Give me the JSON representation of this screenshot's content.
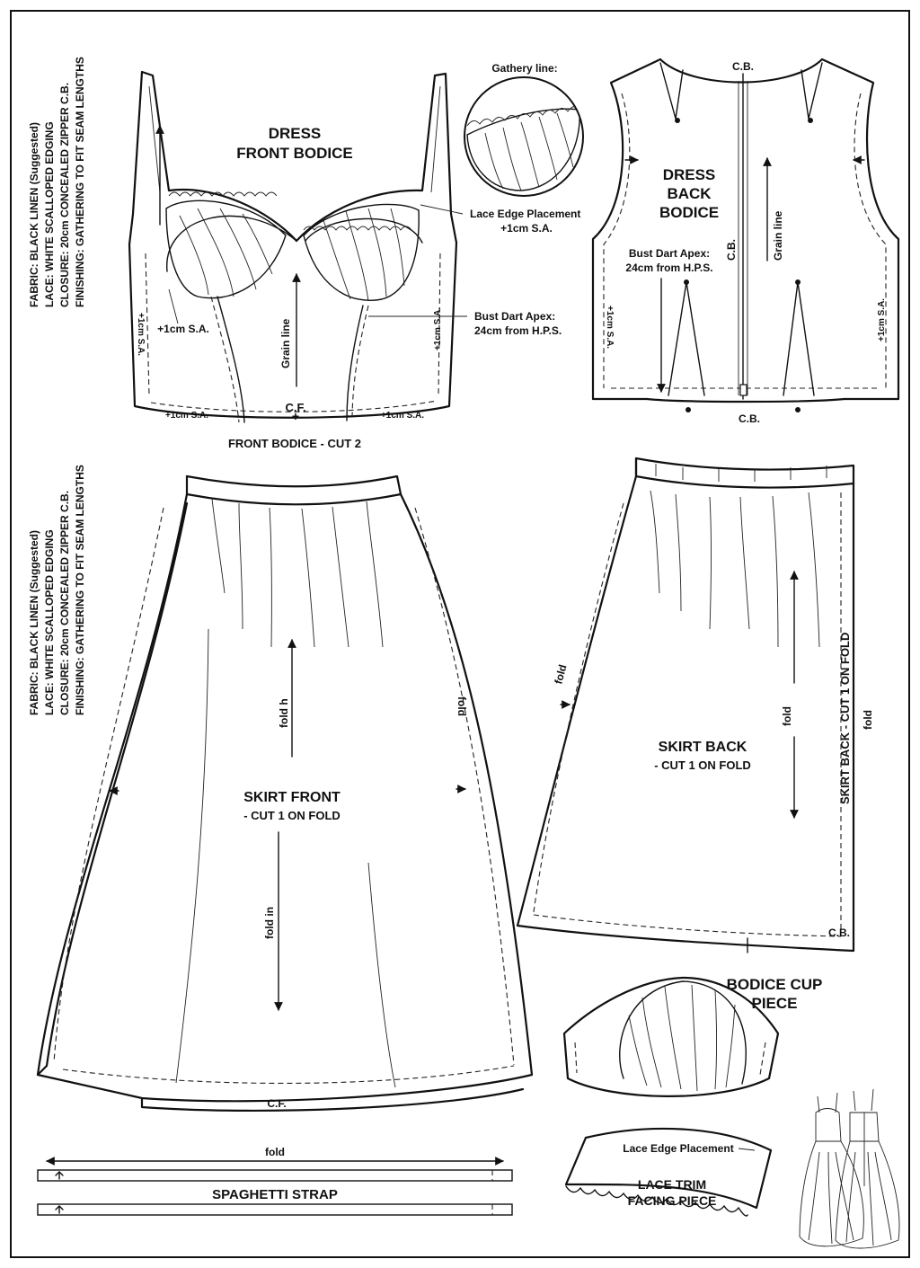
{
  "notes_top": [
    "FABRIC: BLACK LINEN (Suggested)",
    "LACE: WHITE SCALLOPED EDGING",
    "CLOSURE: 20cm CONCEALED ZIPPER C.B.",
    "FINISHING: GATHERING TO FIT SEAM LENGTHS"
  ],
  "notes_bottom": [
    "FABRIC: BLACK LINEN (Suggested)",
    "LACE: WHITE SCALLOPED EDGING",
    "CLOSURE: 20cm CONCEALED ZIPPER C.B.",
    "FINISHING: GATHERING TO FIT SEAM LENGTHS"
  ],
  "front_bodice": {
    "title_line1": "DRESS",
    "title_line2": "FRONT BODICE",
    "gathery": "Gathery line:",
    "lace_edge": "Lace Edge Placement",
    "lace_sa": "+1cm S.A.",
    "bust_dart_1": "Bust Dart Apex:",
    "bust_dart_2": "24cm from H.P.S.",
    "sa_inner": "+1cm S.A.",
    "sa_left": "+1cm S.A.",
    "sa_right": "+1cm S.A.",
    "sa_bottom_left": "+1cm S.A.",
    "sa_bottom_right": "+1cm S.A.",
    "grain": "Grain line",
    "cf": "C.F.",
    "cut": "FRONT BODICE - CUT 2"
  },
  "back_bodice": {
    "cb_top": "C.B.",
    "title_line1": "DRESS",
    "title_line2": "BACK",
    "title_line3": "BODICE",
    "cb_side": "C.B.",
    "grain": "Grain line",
    "bust_dart_1": "Bust Dart Apex:",
    "bust_dart_2": "24cm from H.P.S.",
    "sa_left": "+1cm S.A.",
    "sa_right": "+1cm S.A.",
    "cb_bottom": "C.B."
  },
  "skirt_front": {
    "title": "SKIRT FRONT",
    "cut": "- CUT 1 ON FOLD",
    "fold_h": "fold h",
    "fold_in": "fold in",
    "fold_right": "fold",
    "cf": "C.F."
  },
  "skirt_back": {
    "title": "SKIRT BACK",
    "cut": "- CUT 1 ON FOLD",
    "fold_left": "fold",
    "fold_center": "fold",
    "side_cut": "SKIRT BACK - CUT 1 ON FOLD",
    "fold_right": "fold",
    "cb": "C.B."
  },
  "cup": {
    "title_line1": "BODICE CUP",
    "title_line2": "PIECE"
  },
  "strap": {
    "fold": "fold",
    "title": "SPAGHETTI STRAP"
  },
  "lace_trim": {
    "placement": "Lace Edge Placement",
    "title_line1": "LACE TRIM",
    "title_line2": "FACING PIECE"
  }
}
